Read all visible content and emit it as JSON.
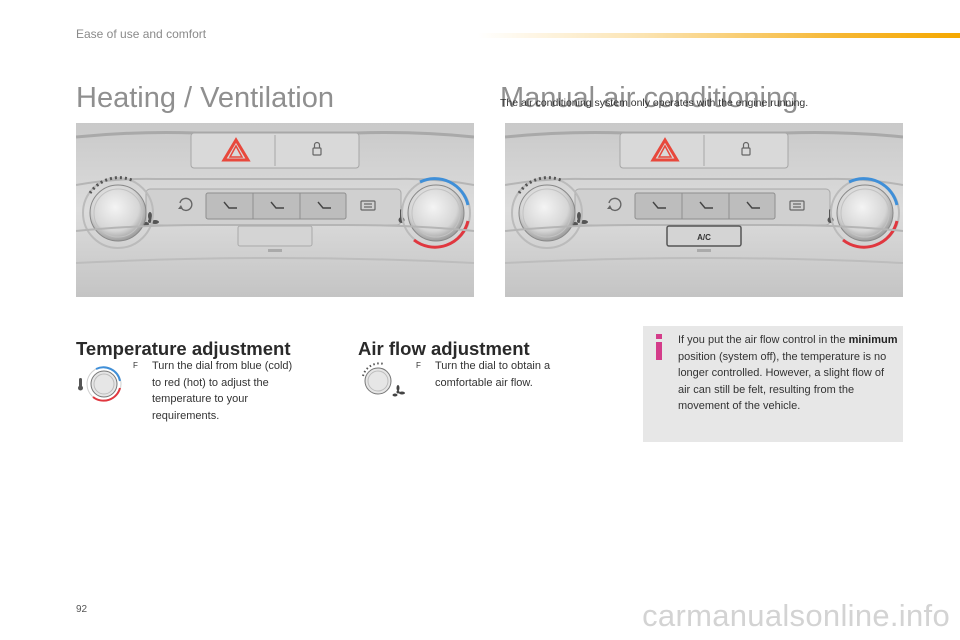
{
  "header": {
    "section": "Ease of use and comfort"
  },
  "titles": {
    "left": "Heating / Ventilation",
    "right": "Manual air conditioning"
  },
  "note": "The air conditioning system only operates with the engine running.",
  "panels": {
    "ac_button_label": "A/C"
  },
  "temperature": {
    "heading": "Temperature adjustment",
    "bullet_marker": "F",
    "text": "Turn the dial from blue (cold) to red (hot) to adjust the temperature to your requirements."
  },
  "airflow": {
    "heading": "Air flow adjustment",
    "bullet_marker": "F",
    "text": "Turn the dial to obtain a comfortable air flow."
  },
  "info": {
    "text_before": "If you put the air flow control in the ",
    "bold": "minimum",
    "text_after": " position (system off), the temperature is no longer controlled. However, a slight flow of air can still be felt, resulting from the movement of the vehicle."
  },
  "footer": {
    "page_number": "92",
    "watermark": "carmanualsonline.info"
  },
  "colors": {
    "accent_orange": "#f5a800",
    "hazard_red": "#e8483c",
    "dial_blue": "#3f8fd8",
    "dial_red": "#e0373f",
    "info_box": "#e7e7e7"
  }
}
